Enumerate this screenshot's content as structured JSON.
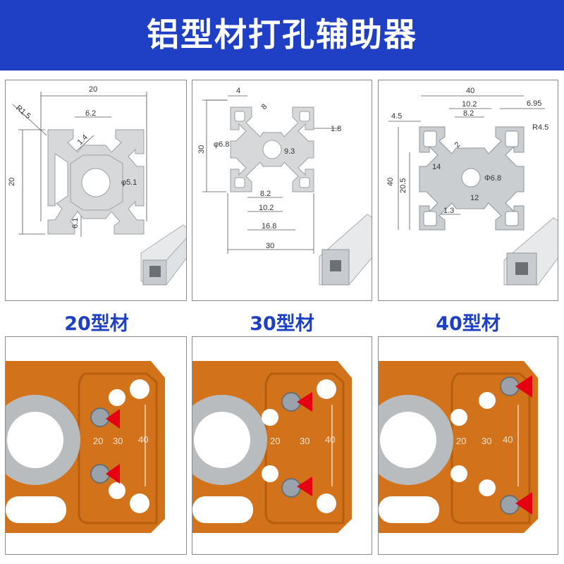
{
  "title": "铝型材打孔辅助器",
  "colors": {
    "banner": "#1f3fc4",
    "caption": "#1d3fc2",
    "plate": "#d2721a",
    "marker": "#e50012"
  },
  "profiles": [
    {
      "caption": "20型材",
      "dims": {
        "width": "20",
        "height": "20",
        "slot": "6.2",
        "corner": "R1.5",
        "wall": "1.4",
        "bore": "φ5.1",
        "depth": "6.1"
      }
    },
    {
      "caption": "30型材",
      "dims": {
        "top": "4",
        "diag": "8",
        "bore": "φ6.8",
        "right": "1.8",
        "inner": "9.3",
        "height": "30",
        "s1": "8.2",
        "s2": "10.2",
        "s3": "16.8",
        "width": "30"
      }
    },
    {
      "caption": "40型材",
      "dims": {
        "width": "40",
        "d1": "10.2",
        "d2": "8.2",
        "d3": "6.95",
        "left": "4.5",
        "corner": "R4.5",
        "wall": "2",
        "inner": "14",
        "height": "40",
        "h2": "20.5",
        "bore": "Φ6.8",
        "slot": "12",
        "t": "1.3"
      }
    }
  ],
  "jig_labels": [
    "20",
    "30",
    "40"
  ]
}
